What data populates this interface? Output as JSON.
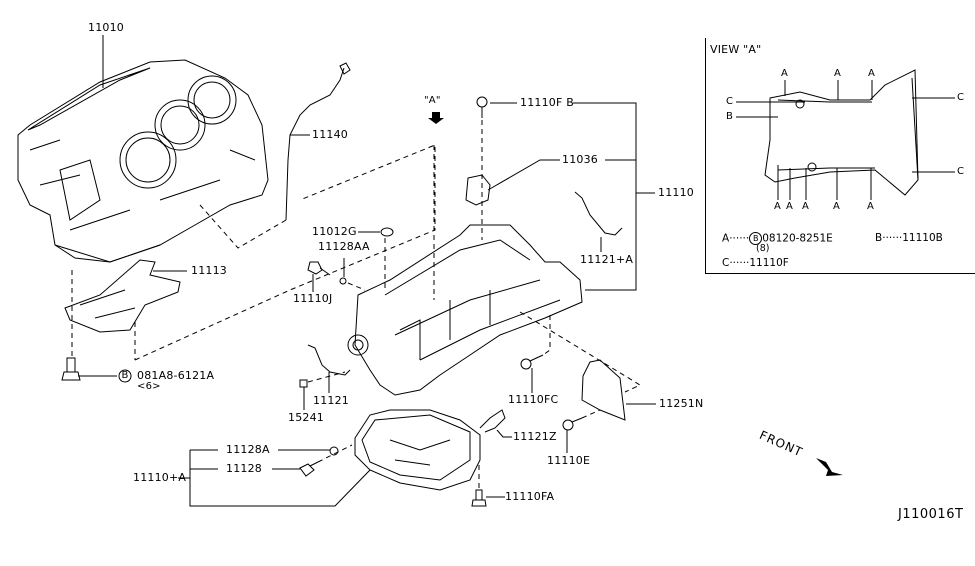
{
  "diagram": {
    "drawing_id": "J110016T",
    "view_marker": "\"A\"",
    "front_label": "FRONT",
    "parts": {
      "cylinder_block": "11010",
      "dipstick": "11140",
      "baffle_plate": "11113",
      "bolt_b": "081A8-6121A",
      "bolt_b_qty": "<6>",
      "oil_pan_upper_assy": "11110",
      "bolt_f_b": "11110F B",
      "bracket": "11036",
      "gasket": "11012G",
      "washer_aa": "11128AA",
      "bolt_j": "11110J",
      "sealant_a": "11121+A",
      "bolt_fc": "11110FC",
      "cover": "11251N",
      "bolt_e": "11110E",
      "sealant_z": "11121Z",
      "bolt_fa": "11110FA",
      "washer_a": "11128A",
      "drain_plug": "11128",
      "oil_pan_lower_assy": "11110+A",
      "sealant": "11121",
      "dowel": "15241"
    },
    "view_a": {
      "title": "VIEW \"A\"",
      "callouts_top": [
        "A",
        "A",
        "A"
      ],
      "callouts_bottom": [
        "A",
        "A",
        "A",
        "A",
        "A"
      ],
      "callouts_left": [
        "C",
        "B"
      ],
      "callouts_right": [
        "C",
        "C"
      ],
      "legend": {
        "a_key": "A",
        "a_value": "08120-8251E",
        "a_qty": "(8)",
        "b_key": "B",
        "b_value": "11110B",
        "c_key": "C",
        "c_value": "11110F",
        "dots": "······"
      }
    }
  }
}
